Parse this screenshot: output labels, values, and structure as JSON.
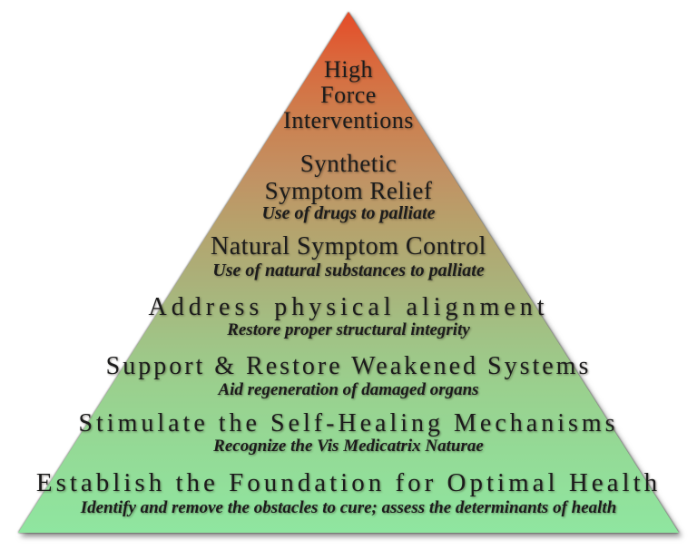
{
  "pyramid": {
    "description_colors": {
      "apex": "#e54c28",
      "mid_khaki": "#abb079",
      "base": "#8fe6a0",
      "text": "#1c1c1c"
    },
    "levels": [
      {
        "title": "High\nForce\nInterventions",
        "subtitle": ""
      },
      {
        "title": "Synthetic\nSymptom Relief",
        "subtitle": "Use of drugs to palliate"
      },
      {
        "title": "Natural Symptom Control",
        "subtitle": "Use of natural substances to palliate"
      },
      {
        "title": "Address physical alignment",
        "subtitle": "Restore proper structural integrity"
      },
      {
        "title": "Support & Restore Weakened Systems",
        "subtitle": "Aid regeneration of damaged organs"
      },
      {
        "title": "Stimulate the Self-Healing Mechanisms",
        "subtitle": "Recognize the Vis Medicatrix Naturae"
      },
      {
        "title": "Establish the Foundation for Optimal Health",
        "subtitle": "Identify and remove the obstacles to cure; assess the determinants of health"
      }
    ]
  }
}
